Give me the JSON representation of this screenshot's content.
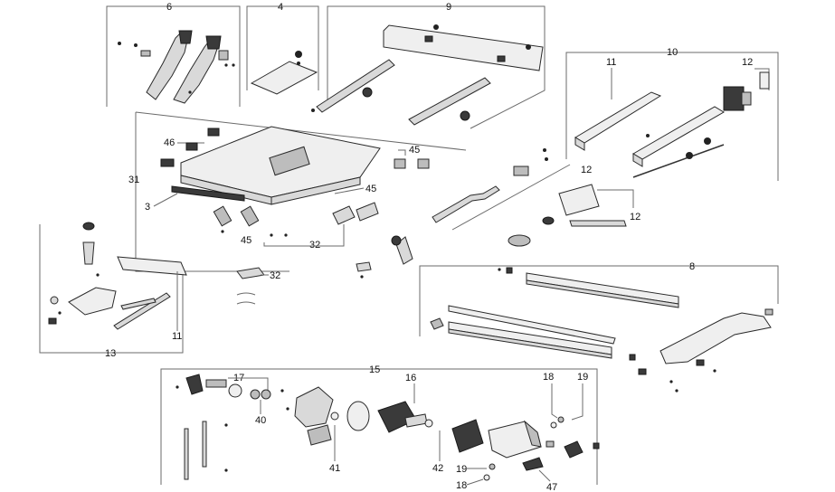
{
  "labels": {
    "l6": "6",
    "l4": "4",
    "l9": "9",
    "l10": "10",
    "l11a": "11",
    "l12a": "12",
    "l12b": "12",
    "l12c": "12",
    "l46": "46",
    "l45a": "45",
    "l45b": "45",
    "l45c": "45",
    "l31": "31",
    "l3": "3",
    "l32a": "32",
    "l32b": "32",
    "l8": "8",
    "l11b": "11",
    "l13": "13",
    "l15": "15",
    "l17": "17",
    "l16": "16",
    "l40": "40",
    "l41": "41",
    "l42": "42",
    "l18a": "18",
    "l19a": "19",
    "l19b": "19",
    "l18b": "18",
    "l47": "47"
  }
}
